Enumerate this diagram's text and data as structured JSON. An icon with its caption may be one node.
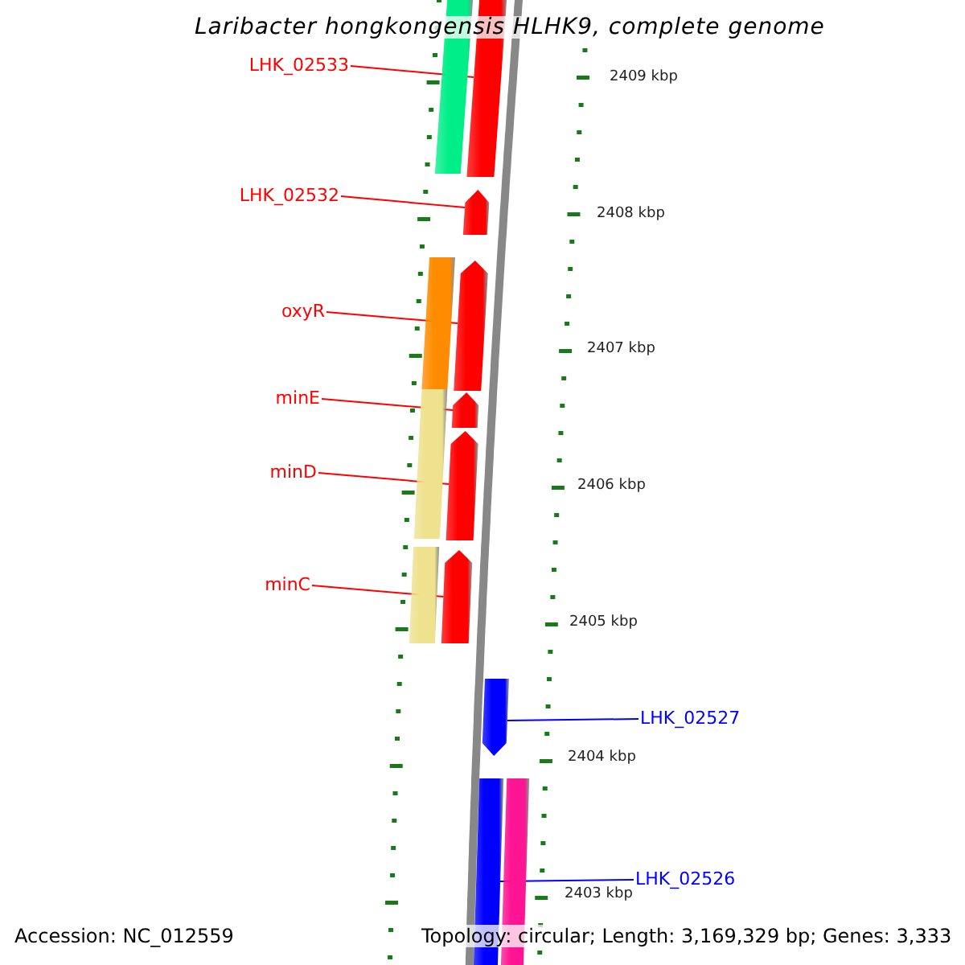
{
  "diagram": {
    "title": "Laribacter hongkongensis HLHK9, complete genome",
    "nodes": [
      {
        "text": [
          "LHK_02533"
        ]
      },
      {
        "text": [],
        "shape": "bar"
      },
      {
        "text": [],
        "shape": "bar"
      },
      {
        "text": [
          "LHK_02532"
        ]
      },
      {
        "text": [],
        "shape": "arrow"
      },
      {
        "text": [
          "oxyR"
        ]
      },
      {
        "text": [],
        "shape": "bar"
      },
      {
        "text": [],
        "shape": "arrow"
      },
      {
        "text": [
          "minE"
        ]
      },
      {
        "text": [],
        "shape": "bar"
      },
      {
        "text": [],
        "shape": "arrow"
      },
      {
        "text": [
          "minD"
        ]
      },
      {
        "text": [],
        "shape": "arrow"
      },
      {
        "text": [
          "minC"
        ]
      },
      {
        "text": [],
        "shape": "bar"
      },
      {
        "text": [],
        "shape": "arrow"
      },
      {
        "text": [
          "LHK_02527"
        ]
      },
      {
        "text": [],
        "shape": "arrow"
      },
      {
        "text": [
          "LHK_02526"
        ]
      },
      {
        "text": [],
        "shape": "bar"
      },
      {
        "text": [],
        "shape": "bar"
      }
    ],
    "edges": [
      {
        "from": 0,
        "to": 2,
        "arrow": "none"
      },
      {
        "from": 3,
        "to": 4,
        "arrow": "none"
      },
      {
        "from": 5,
        "to": 7,
        "arrow": "none"
      },
      {
        "from": 8,
        "to": 10,
        "arrow": "none"
      },
      {
        "from": 11,
        "to": 12,
        "arrow": "none"
      },
      {
        "from": 13,
        "to": 15,
        "arrow": "none"
      },
      {
        "from": 16,
        "to": 17,
        "arrow": "none",
        "color": "#0000ff"
      },
      {
        "from": 18,
        "to": 19,
        "arrow": "none",
        "color": "#0000ff"
      }
    ],
    "labels": [
      "2409 kbp",
      "2408 kbp",
      "2407 kbp",
      "2406 kbp",
      "2405 kbp",
      "2404 kbp",
      "2403 kbp",
      "Accession: NC_012559",
      "Topology: circular; Length: 3,169,329 bp; Genes: 3,333"
    ]
  }
}
